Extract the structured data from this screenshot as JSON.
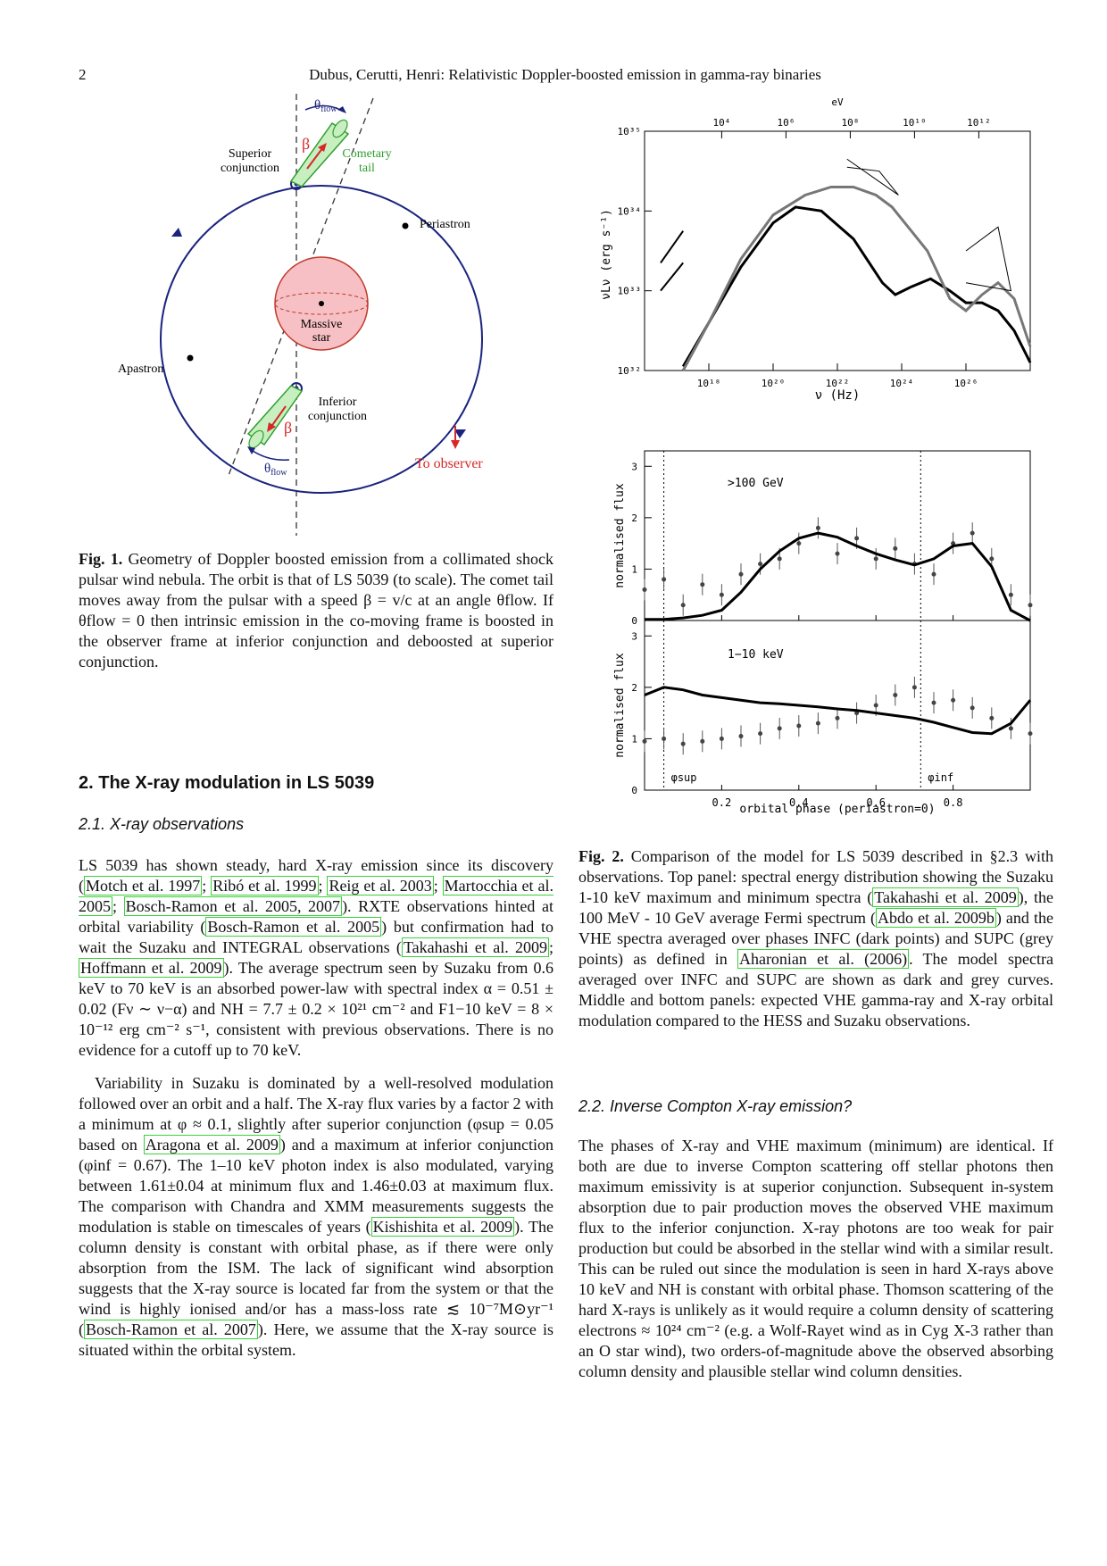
{
  "header": {
    "page_number": "2",
    "running_title": "Dubus, Cerutti, Henri: Relativistic Doppler-boosted emission in gamma-ray binaries"
  },
  "fig1": {
    "labels": {
      "theta_flow_top": "θflow",
      "beta_top": "β",
      "cometary_tail": "Cometary\ntail",
      "superior_conjunction": "Superior\nconjunction",
      "periastron": "Periastron",
      "massive_star": "Massive\nstar",
      "apastron": "Apastron",
      "inferior_conjunction": "Inferior\nconjunction",
      "beta_bottom": "β",
      "theta_flow_bottom": "θflow",
      "to_observer": "To observer"
    },
    "caption_label": "Fig. 1.",
    "caption_text": "Geometry of Doppler boosted emission from a collimated shock pulsar wind nebula. The orbit is that of LS 5039 (to scale). The comet tail moves away from the pulsar with a speed β = v/c at an angle θflow. If θflow = 0 then intrinsic emission in the co-moving frame is boosted in the observer frame at inferior conjunction and deboosted at superior conjunction."
  },
  "section2": {
    "title": "2. The X-ray modulation in LS 5039",
    "sub1": "2.1. X-ray observations",
    "p1": [
      "LS 5039 has shown steady, hard X-ray emission since its discovery (",
      "Motch et al. 1997",
      "; ",
      "Ribó et al. 1999",
      "; ",
      "Reig et al. 2003",
      "; ",
      "Martocchia et al. 2005",
      "; ",
      "Bosch-Ramon et al. 2005, 2007",
      "). RXTE observations hinted at orbital variability (",
      "Bosch-Ramon et al. 2005",
      ") but confirmation had to wait the Suzaku and INTEGRAL observations (",
      "Takahashi et al. 2009",
      "; ",
      "Hoffmann et al. 2009",
      "). The average spectrum seen by Suzaku from 0.6 keV to 70 keV is an absorbed power-law with spectral index α = 0.51 ± 0.02 (Fν ∼ ν−α) and NH = 7.7 ± 0.2 × 10²¹ cm⁻² and F1−10 keV = 8 × 10⁻¹² erg cm⁻² s⁻¹, consistent with previous observations. There is no evidence for a cutoff up to 70 keV."
    ],
    "p2": [
      "Variability in Suzaku is dominated by a well-resolved modulation followed over an orbit and a half. The X-ray flux varies by a factor 2 with a minimum at φ ≈ 0.1, slightly after superior conjunction (φsup = 0.05 based on ",
      "Aragona et al. 2009",
      ") and a maximum at inferior conjunction (φinf = 0.67). The 1–10 keV photon index is also modulated, varying between 1.61±0.04 at minimum flux and 1.46±0.03 at maximum flux. The comparison with Chandra and XMM measurements suggests the modulation is stable on timescales of years (",
      "Kishishita et al. 2009",
      "). The column density is constant with orbital phase, as if there were only absorption from the ISM. The lack of significant wind absorption suggests that the X-ray source is located far from the system or that the wind is highly ionised and/or has a mass-loss rate ≲ 10⁻⁷M⊙yr⁻¹ (",
      "Bosch-Ramon et al. 2007",
      "). Here, we assume that the X-ray source is situated within the orbital system."
    ],
    "sub2": "2.2. Inverse Compton X-ray emission?",
    "p3": "The phases of X-ray and VHE maximum (minimum) are identical. If both are due to inverse Compton scattering off stellar photons then maximum emissivity is at superior conjunction. Subsequent in-system absorption due to pair production moves the observed VHE maximum flux to the inferior conjunction. X-ray photons are too weak for pair production but could be absorbed in the stellar wind with a similar result. This can be ruled out since the modulation is seen in hard X-rays above 10 keV and NH is constant with orbital phase. Thomson scattering of the hard X-rays is unlikely as it would require a column density of scattering electrons ≈ 10²⁴ cm⁻² (e.g. a Wolf-Rayet wind as in Cyg X-3 rather than an O star wind), two orders-of-magnitude above the observed absorbing column density and plausible stellar wind column densities."
  },
  "fig2": {
    "caption_label": "Fig. 2.",
    "caption_parts": [
      "Comparison of the model for LS 5039 described in §2.3 with observations. Top panel: spectral energy distribution showing the Suzaku 1-10 keV maximum and minimum spectra (",
      "Takahashi et al. 2009",
      "), the 100 MeV - 10 GeV average Fermi spectrum (",
      "Abdo et al. 2009b",
      ") and the VHE spectra averaged over phases INFC (dark points) and SUPC (grey points) as defined in ",
      "Aharonian et al. (2006)",
      ". The model spectra averaged over INFC and SUPC are shown as dark and grey curves. Middle and bottom panels: expected VHE gamma-ray and X-ray orbital modulation compared to the HESS and Suzaku observations."
    ]
  },
  "chart_data": [
    {
      "type": "line",
      "panel": "sed",
      "xlabel": "ν (Hz)",
      "ylabel": "νLν (erg s⁻¹)",
      "top_axis_label": "eV",
      "xscale": "log",
      "yscale": "log",
      "xlim": [
        1e+16,
        1e+28
      ],
      "ylim": [
        1e+32,
        1e+35
      ],
      "xticks": [
        "10¹⁸",
        "10²⁰",
        "10²²",
        "10²⁴",
        "10²⁶"
      ],
      "yticks": [
        "10³²",
        "10³³",
        "10³⁴",
        "10³⁵"
      ],
      "top_ticks": [
        "10⁴",
        "10⁶",
        "10⁸",
        "10¹⁰",
        "10¹²"
      ],
      "series": [
        {
          "color": "#000000",
          "x_log": [
            17.2,
            18,
            19,
            20,
            20.7,
            21.5,
            22.5,
            23.4,
            23.8,
            24.3,
            24.9,
            25.5,
            26,
            26.5,
            27,
            27.5,
            28
          ],
          "y_log": [
            32.05,
            32.6,
            33.3,
            33.85,
            34.05,
            34.0,
            33.65,
            33.1,
            32.95,
            33.05,
            33.15,
            33.0,
            32.85,
            32.85,
            32.75,
            32.5,
            32.1
          ]
        },
        {
          "color": "#777777",
          "x_log": [
            17.2,
            18,
            19,
            20,
            21,
            21.8,
            22.5,
            23.2,
            23.7,
            24.2,
            24.8,
            25.5,
            26,
            26.5,
            27,
            27.5,
            28
          ],
          "y_log": [
            32.0,
            32.6,
            33.4,
            33.95,
            34.2,
            34.3,
            34.3,
            34.2,
            34.05,
            33.8,
            33.5,
            32.9,
            32.75,
            32.95,
            33.1,
            32.9,
            32.3
          ]
        }
      ]
    },
    {
      "type": "line",
      "panel": "vhe_modulation",
      "annotation": ">100 GeV",
      "ylabel": "normalised flux",
      "ylim": [
        0,
        3.3
      ],
      "yticks": [
        "0",
        "1",
        "2",
        "3"
      ],
      "x": [
        0,
        0.05,
        0.1,
        0.15,
        0.2,
        0.25,
        0.3,
        0.35,
        0.4,
        0.45,
        0.5,
        0.55,
        0.6,
        0.65,
        0.7,
        0.75,
        0.8,
        0.85,
        0.9,
        0.95,
        1.0
      ],
      "model": [
        0.02,
        0.02,
        0.05,
        0.1,
        0.2,
        0.55,
        1.0,
        1.35,
        1.6,
        1.7,
        1.62,
        1.45,
        1.3,
        1.18,
        1.08,
        1.2,
        1.45,
        1.5,
        1.05,
        0.2,
        0.0
      ],
      "observed": [
        0.6,
        0.8,
        0.3,
        0.7,
        0.5,
        0.9,
        1.1,
        1.2,
        1.5,
        1.8,
        1.3,
        1.6,
        1.2,
        1.4,
        1.1,
        0.9,
        1.5,
        1.7,
        1.2,
        0.5,
        0.3
      ]
    },
    {
      "type": "line",
      "panel": "xray_modulation",
      "annotation": "1−10 keV",
      "ylabel": "normalised flux",
      "xlabel": "orbital phase (periastron=0)",
      "xlim": [
        0,
        1
      ],
      "ylim": [
        0,
        3.3
      ],
      "xticks": [
        "0.2",
        "0.4",
        "0.6",
        "0.8"
      ],
      "yticks": [
        "0",
        "1",
        "2",
        "3"
      ],
      "phase_markers": [
        {
          "label": "φsup",
          "x": 0.05
        },
        {
          "label": "φinf",
          "x": 0.716
        }
      ],
      "x": [
        0,
        0.05,
        0.1,
        0.15,
        0.2,
        0.25,
        0.3,
        0.35,
        0.4,
        0.45,
        0.5,
        0.55,
        0.6,
        0.65,
        0.7,
        0.75,
        0.8,
        0.85,
        0.9,
        0.95,
        1.0
      ],
      "model": [
        1.85,
        2.0,
        1.95,
        1.85,
        1.8,
        1.75,
        1.7,
        1.68,
        1.65,
        1.62,
        1.58,
        1.55,
        1.5,
        1.45,
        1.4,
        1.32,
        1.22,
        1.12,
        1.1,
        1.3,
        1.75
      ],
      "observed": [
        0.95,
        1.0,
        0.9,
        0.95,
        1.0,
        1.05,
        1.1,
        1.2,
        1.25,
        1.3,
        1.4,
        1.5,
        1.65,
        1.85,
        2.0,
        1.7,
        1.75,
        1.6,
        1.4,
        1.2,
        1.1
      ]
    }
  ]
}
